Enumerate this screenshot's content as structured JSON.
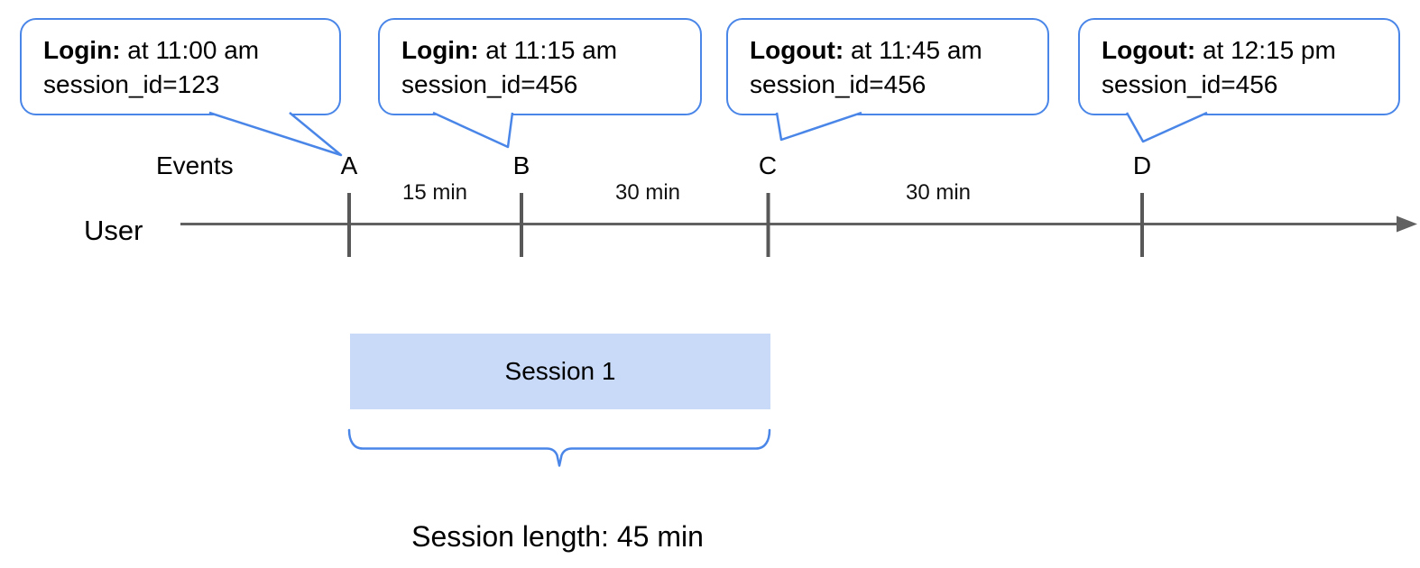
{
  "colors": {
    "accent_blue": "#4a86e8",
    "session_fill": "#c9daf8",
    "timeline_gray": "#616161",
    "text_black": "#000000"
  },
  "callouts": [
    {
      "event": "A",
      "title": "Login:",
      "detail": " at 11:00 am",
      "session": "session_id=123"
    },
    {
      "event": "B",
      "title": "Login:",
      "detail": " at 11:15 am",
      "session": "session_id=456"
    },
    {
      "event": "C",
      "title": "Logout:",
      "detail": " at 11:45 am",
      "session": "session_id=456"
    },
    {
      "event": "D",
      "title": "Logout:",
      "detail": " at 12:15 pm",
      "session": "session_id=456"
    }
  ],
  "timeline": {
    "events_label": "Events",
    "user_label": "User",
    "markers": [
      "A",
      "B",
      "C",
      "D"
    ],
    "intervals": [
      "15 min",
      "30 min",
      "30 min"
    ]
  },
  "session": {
    "box_label": "Session 1",
    "length_label": "Session length: 45 min"
  }
}
